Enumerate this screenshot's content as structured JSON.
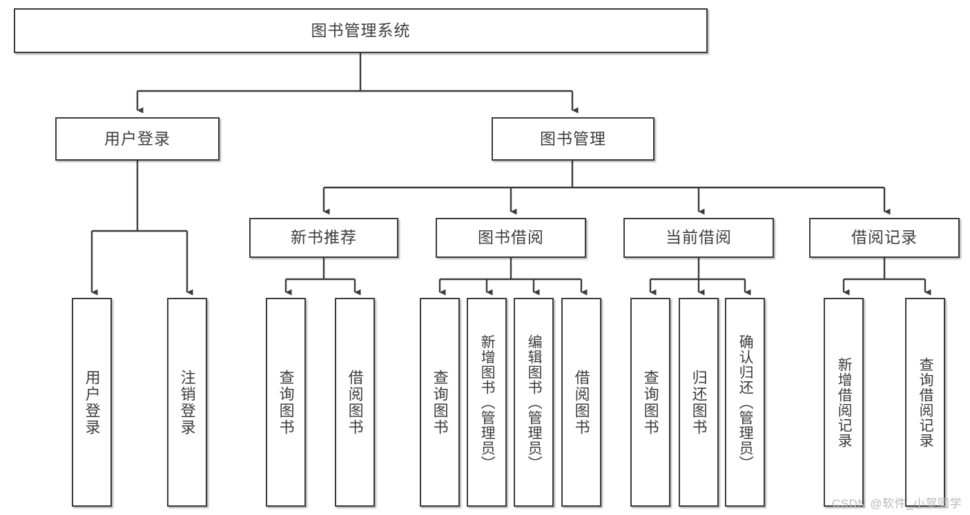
{
  "diagram": {
    "type": "tree-hierarchy",
    "title": "图书管理系统",
    "orientation": "top-down",
    "watermark": "CSDN @软件_小贺同学",
    "colors": {
      "box_border": "#3a3a3a",
      "box_fill": "#ffffff",
      "text": "#3c3c3c",
      "edge": "#3a3a3a",
      "watermark": "#b9b9b9",
      "background": "#ffffff"
    },
    "nodes": {
      "root": {
        "label": "图书管理系统"
      },
      "level2": [
        {
          "id": "user-login",
          "label": "用户登录"
        },
        {
          "id": "book-management",
          "label": "图书管理"
        }
      ],
      "level3": [
        {
          "id": "new-book-recommend",
          "label": "新书推荐"
        },
        {
          "id": "book-borrow",
          "label": "图书借阅"
        },
        {
          "id": "current-borrow",
          "label": "当前借阅"
        },
        {
          "id": "borrow-record",
          "label": "借阅记录"
        }
      ],
      "leaves": {
        "user-login": [
          {
            "id": "leaf-user-login",
            "label": "用户登录"
          },
          {
            "id": "leaf-logout",
            "label": "注销登录"
          }
        ],
        "new-book-recommend": [
          {
            "id": "leaf-query-book-1",
            "label": "查询图书"
          },
          {
            "id": "leaf-borrow-book-1",
            "label": "借阅图书"
          }
        ],
        "book-borrow": [
          {
            "id": "leaf-query-book-2",
            "label": "查询图书"
          },
          {
            "id": "leaf-add-book",
            "label": "新增图书（管理员）"
          },
          {
            "id": "leaf-edit-book",
            "label": "编辑图书（管理员）"
          },
          {
            "id": "leaf-borrow-book-2",
            "label": "借阅图书"
          }
        ],
        "current-borrow": [
          {
            "id": "leaf-query-book-3",
            "label": "查询图书"
          },
          {
            "id": "leaf-return-book",
            "label": "归还图书"
          },
          {
            "id": "leaf-confirm-return",
            "label": "确认归还（管理员）"
          }
        ],
        "borrow-record": [
          {
            "id": "leaf-add-record",
            "label": "新增借阅记录"
          },
          {
            "id": "leaf-query-record",
            "label": "查询借阅记录"
          }
        ]
      }
    }
  }
}
